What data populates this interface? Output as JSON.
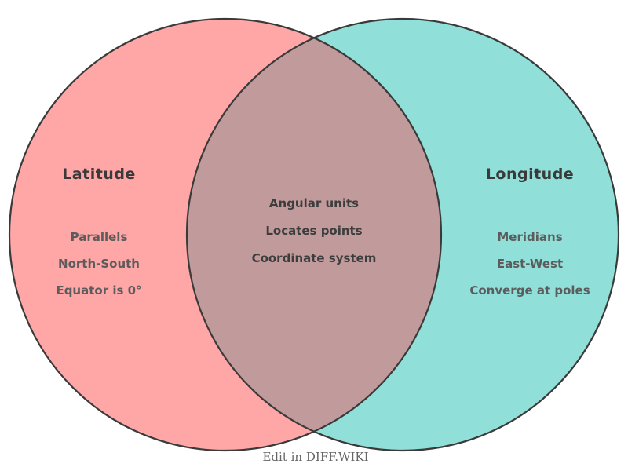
{
  "diagram": {
    "type": "venn",
    "stroke_color": "#3a3a3a",
    "left": {
      "title": "Latitude",
      "fill": "#ffa6a6",
      "items": [
        "Parallels",
        "North-South",
        "Equator is 0°"
      ]
    },
    "right": {
      "title": "Longitude",
      "fill": "#90e0d9",
      "items": [
        "Meridians",
        "East-West",
        "Converge at poles"
      ]
    },
    "overlap": {
      "fill": "#c19a9c",
      "items": [
        "Angular units",
        "Locates points",
        "Coordinate system"
      ]
    },
    "text_colors": {
      "title": "#3a3a3a",
      "side_item": "#5c5c5c",
      "overlap_item": "#3d3d3d",
      "footer": "#666666"
    }
  },
  "footer": {
    "label": "Edit in DIFF.WIKI"
  }
}
